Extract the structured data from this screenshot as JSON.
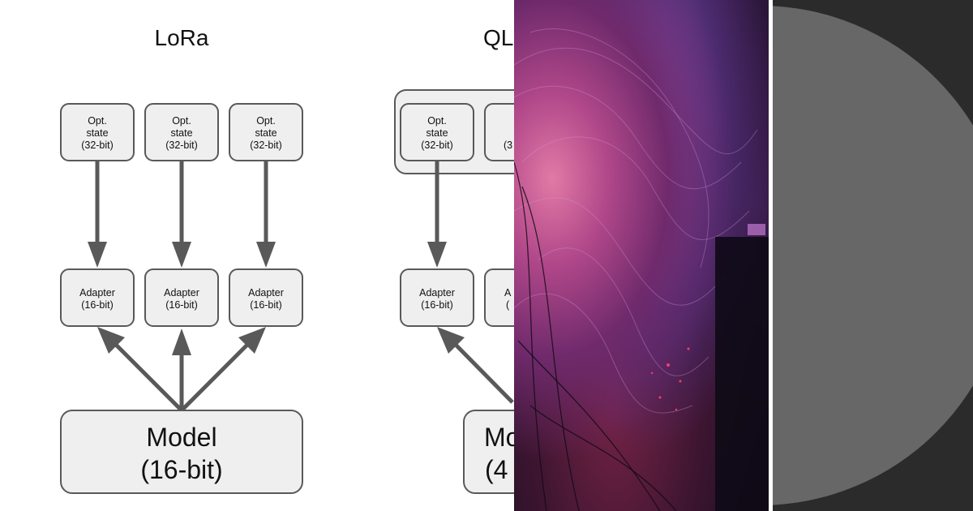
{
  "left_diagram": {
    "title": "LoRa",
    "opt_state_label": [
      "Opt.",
      "state",
      "(32-bit)"
    ],
    "adapter_label": [
      "Adapter",
      "(16-bit)"
    ],
    "model_label": [
      "Model",
      "(16-bit)"
    ]
  },
  "right_diagram": {
    "title_visible": "QL",
    "opt_state_label": [
      "Opt.",
      "state",
      "(32-bit)"
    ],
    "opt_state_partial": "(3",
    "adapter_label": [
      "Adapter",
      "(16-bit)"
    ],
    "adapter_partial_1": "A",
    "adapter_partial_2": "(",
    "model_partial_1": "Mo",
    "model_partial_2": "(4"
  },
  "colors": {
    "box_fill": "#efefef",
    "box_stroke": "#595959",
    "arrow": "#595959",
    "gray_panel_bg": "#2b2b2b",
    "gray_disc": "#676767"
  }
}
